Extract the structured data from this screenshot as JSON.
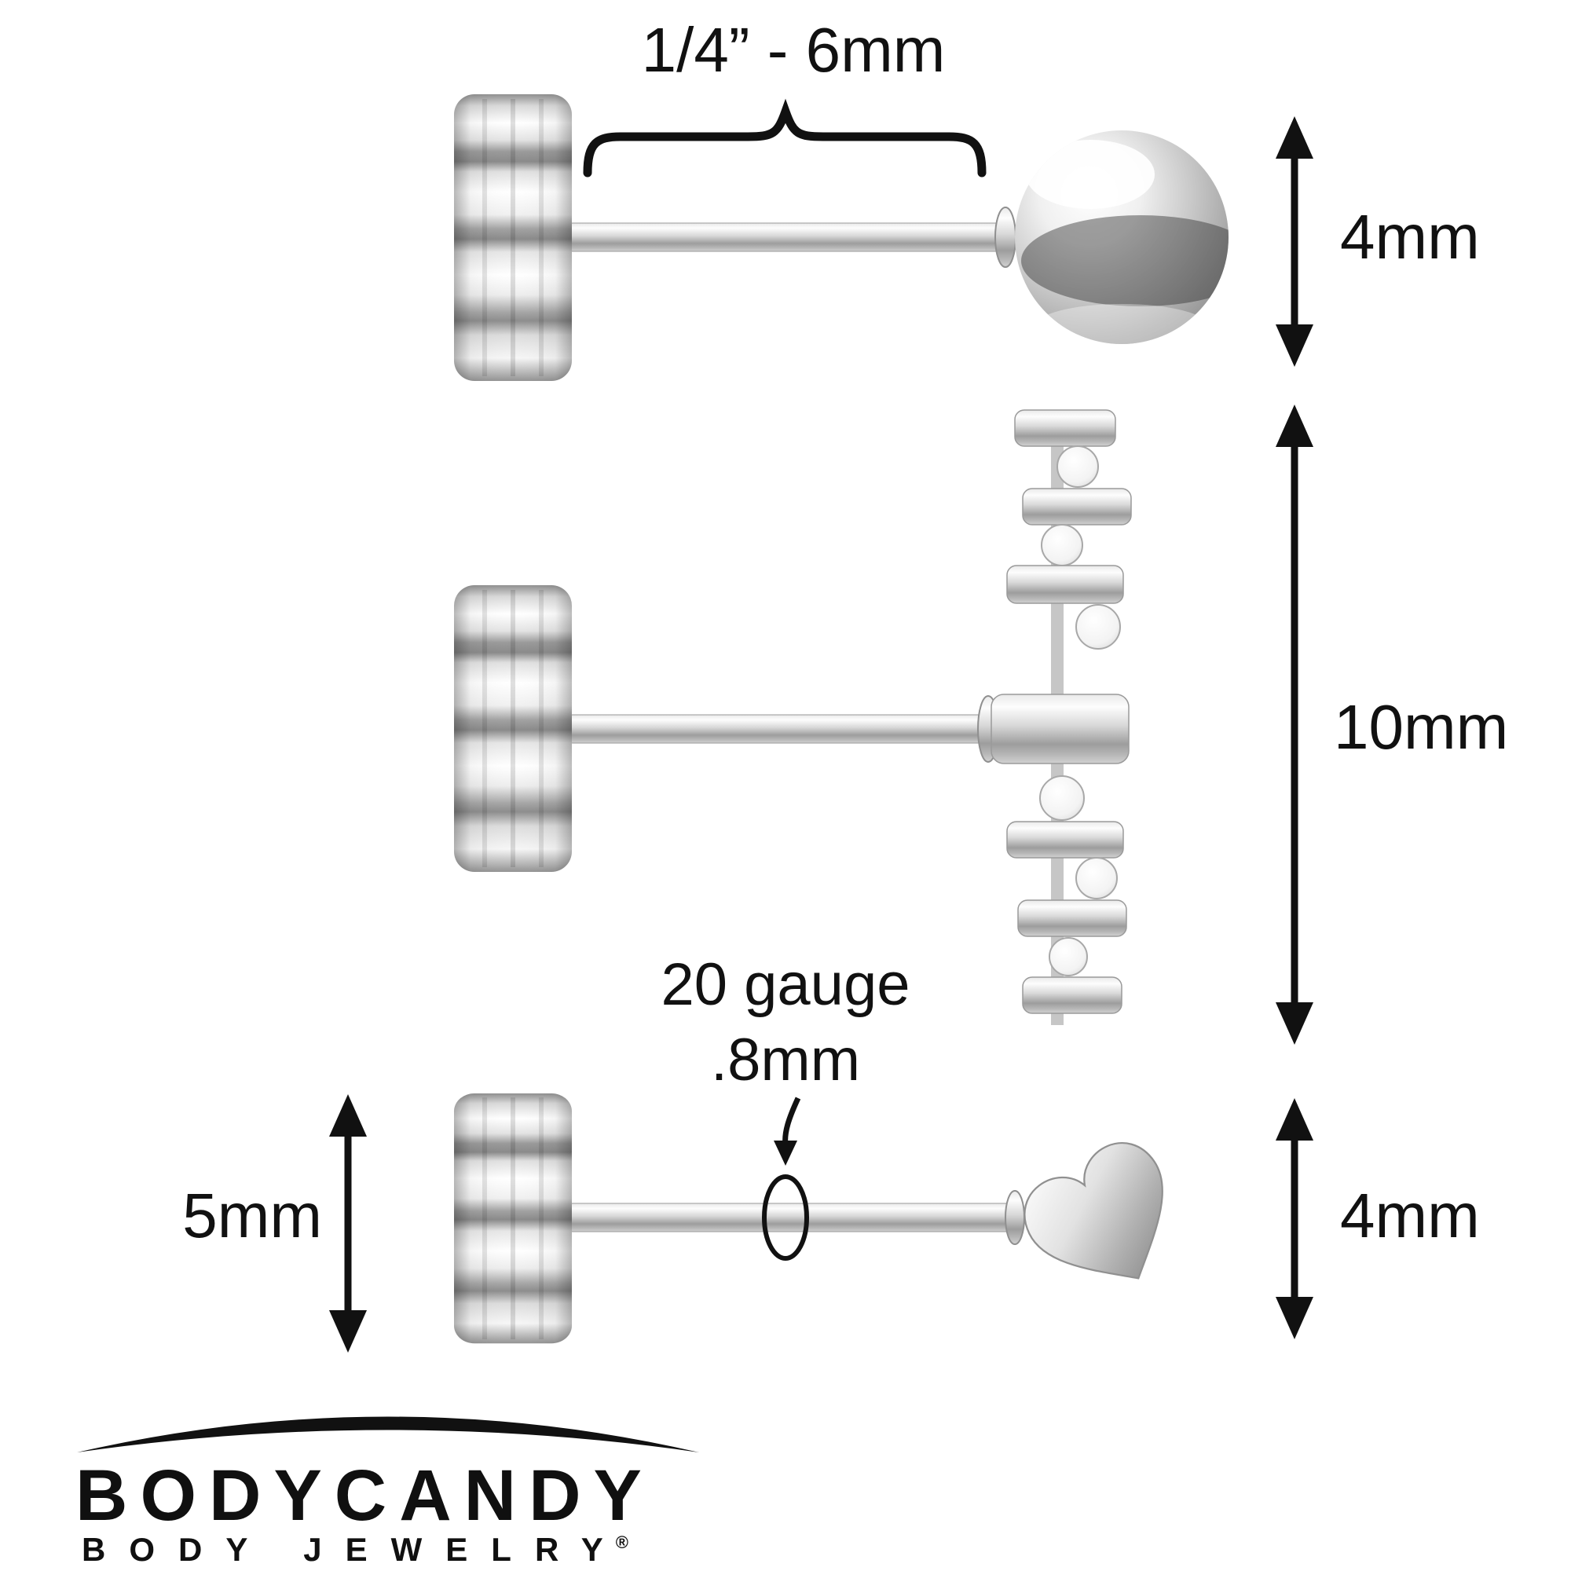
{
  "diagram": {
    "top_piece": {
      "length_label": "1/4” - 6mm",
      "height_label": "4mm",
      "end_type": "ball"
    },
    "middle_piece": {
      "height_label": "10mm",
      "end_type": "gem-cluster"
    },
    "bottom_piece": {
      "gauge_label": "20 gauge",
      "gauge_size_label": ".8mm",
      "back_height_label": "5mm",
      "height_label": "4mm",
      "end_type": "heart"
    },
    "colors": {
      "background": "#ffffff",
      "line": "#111111",
      "metal_light": "#ffffff",
      "metal_mid": "#c9c9c9",
      "metal_dark": "#8a8a8a"
    }
  },
  "logo": {
    "brand": "BODYCANDY",
    "tagline": "BODY JEWELRY",
    "registered_mark": "®"
  }
}
